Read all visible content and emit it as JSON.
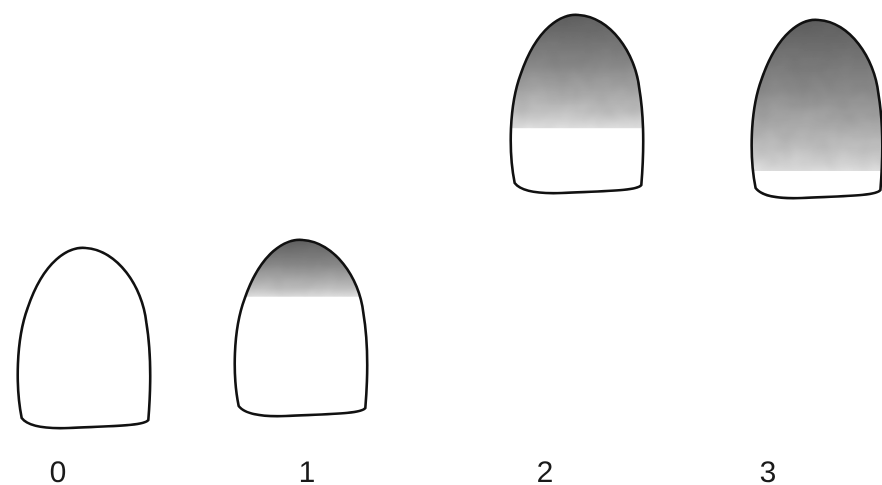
{
  "grades": [
    {
      "label": "0",
      "level": 0.0
    },
    {
      "label": "1",
      "level": 0.33
    },
    {
      "label": "2",
      "level": 0.64
    },
    {
      "label": "3",
      "level": 0.85
    }
  ],
  "colors": {
    "outline": "#111111",
    "shade_dark": "#6b6b6b",
    "shade_light": "#d6d6d6",
    "label": "#1a1a1a"
  }
}
